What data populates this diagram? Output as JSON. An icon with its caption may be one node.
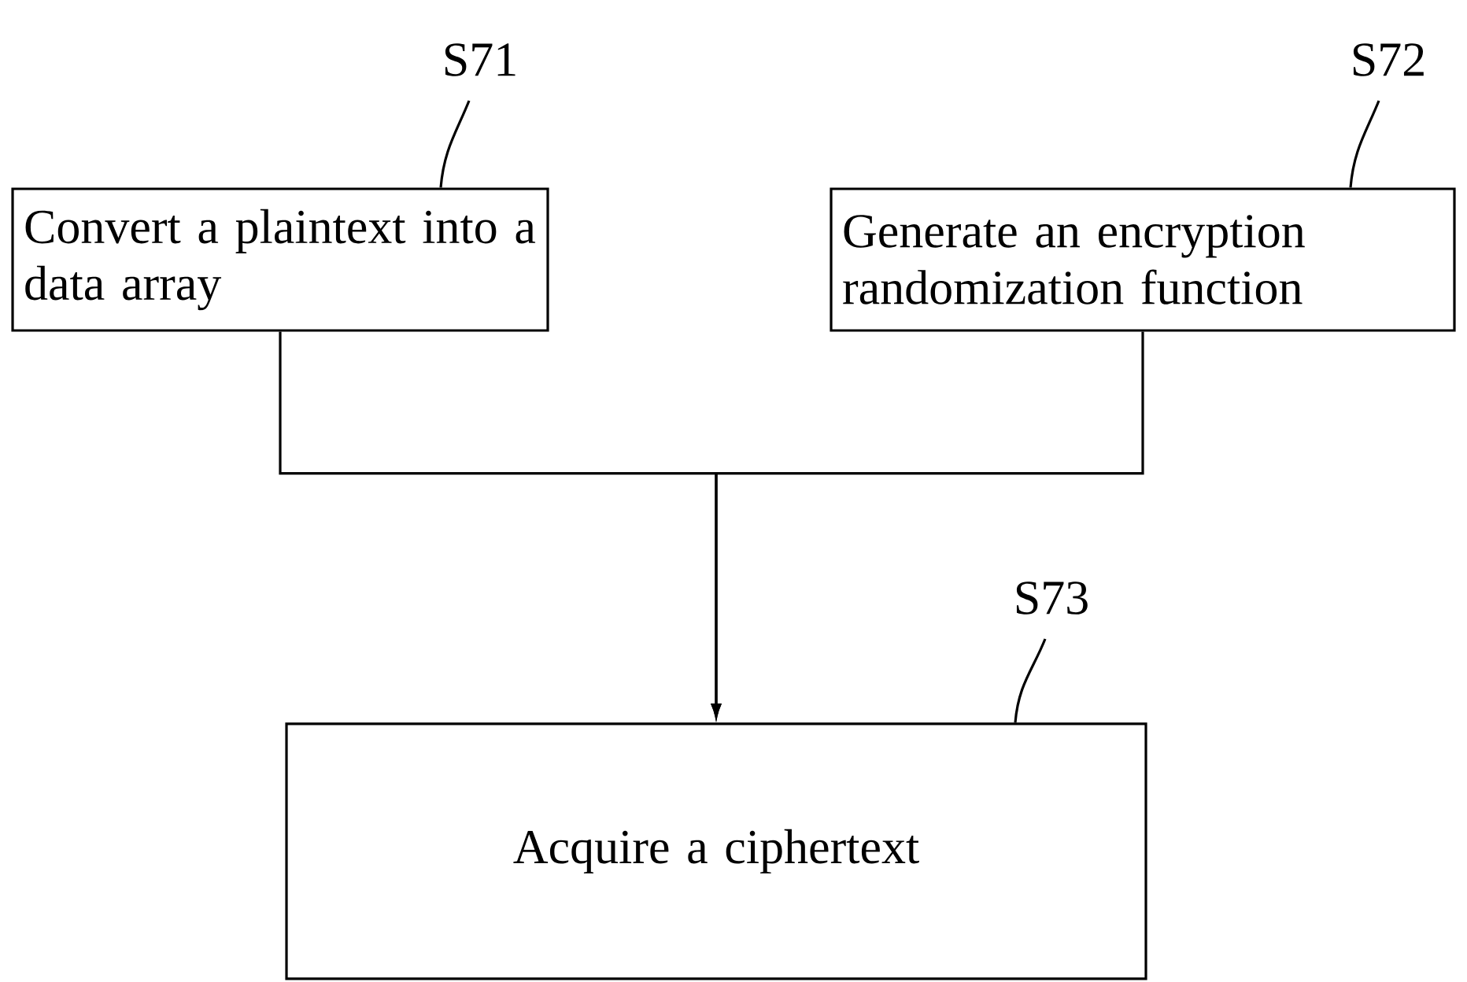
{
  "diagram": {
    "nodes": [
      {
        "text": [
          "S71"
        ]
      },
      {
        "text": [
          "S72"
        ]
      },
      {
        "text": [
          "Convert a plaintext into a data array"
        ]
      },
      {
        "text": [
          "Generate an encryption randomization function"
        ]
      },
      {
        "text": [
          "S73"
        ]
      },
      {
        "text": [
          "Acquire a ciphertext"
        ]
      }
    ],
    "edges": [
      {
        "from": 0,
        "to": 2,
        "arrow": "none"
      },
      {
        "from": 1,
        "to": 3,
        "arrow": "none"
      },
      {
        "from": 4,
        "to": 5,
        "arrow": "none"
      },
      {
        "from": 2,
        "to": 5,
        "arrow": "to"
      },
      {
        "from": 3,
        "to": 5,
        "arrow": "to"
      }
    ]
  }
}
